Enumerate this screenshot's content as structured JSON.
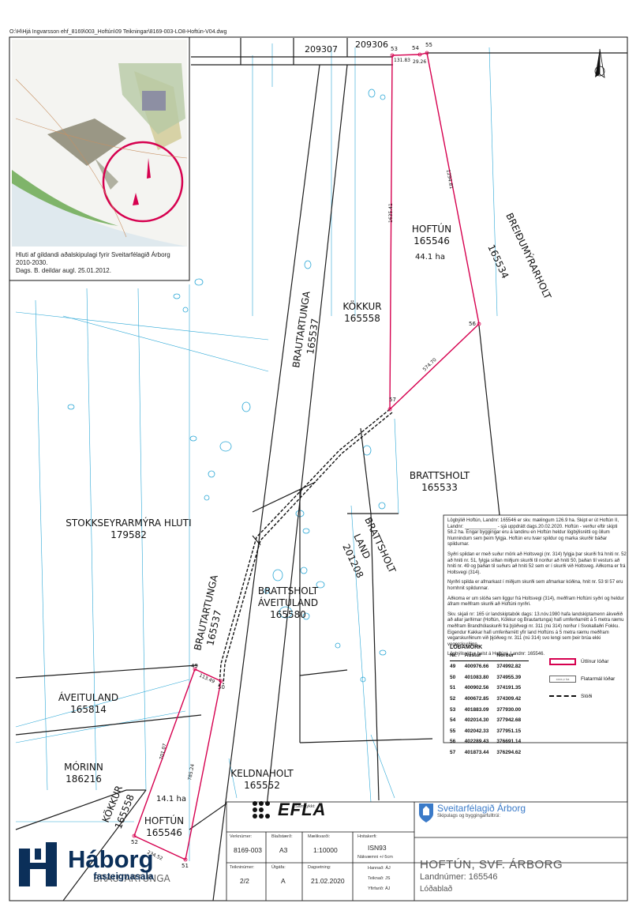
{
  "file_path": "O:\\H\\Hjá Ingvarsson ehf_8169\\003_Hoftún\\09 Teikningar\\8169-003-LO8-Hoftún-V04.dwg",
  "inset": {
    "caption_lines": [
      "Hluti af gildandi aðalskipulagi fyrir Sveitarfélagið Árborg",
      "2010-2030.",
      "Dags. B. deildar augl. 25.01.2012."
    ]
  },
  "parcels": {
    "p209307": "209307",
    "p209306": "209306",
    "hoftun_north_name": "HOFTÚN",
    "hoftun_north_id": "165546",
    "hoftun_north_area": "44.1 ha",
    "breidumyrarholt_name": "BREIÐUMÝRARHOLT",
    "breidumyrarholt_id": "165534",
    "kokkur_name": "KÖKKUR",
    "kokkur_id": "165558",
    "brautartunga_name": "BRAUTARTUNGA",
    "brautartunga_id": "165537",
    "brattsholt_name": "BRATTSHOLT",
    "brattsholt_id": "165533",
    "brattsholt_land_name": "BRATTSHOLT",
    "brattsholt_land_name2": "LAND",
    "brattsholt_land_id": "201208",
    "stokkseyrarmyra_name": "STOKKSEYRARMÝRA HLUTI",
    "stokkseyrarmyra_id": "179582",
    "brattsholt_aveituland_name": "BRATTSHOLT",
    "brattsholt_aveituland_name2": "ÁVEITULAND",
    "brattsholt_aveituland_id": "165580",
    "brautartunga2_name": "BRAUTARTUNGA",
    "brautartunga2_id": "165537",
    "aveituland_name": "ÁVEITULAND",
    "aveituland_id": "165814",
    "morinn_name": "MÓRINN",
    "morinn_id": "186216",
    "keldnaholt_name": "KELDNAHOLT",
    "keldnaholt_id": "165552",
    "kokkur2_name": "KÖKKUR",
    "kokkur2_id": "165558",
    "hoftun_south_area": "14.1 ha",
    "hoftun_south_name": "HOFTÚN",
    "hoftun_south_id": "165546",
    "brautartunga3_name": "BRAUTARTUNGA"
  },
  "points": {
    "p49": "49",
    "p50": "50",
    "p51": "51",
    "p52": "52",
    "p53": "53",
    "p54": "54",
    "p55": "55",
    "p56": "56",
    "p57": "57"
  },
  "dimensions": {
    "d53_54": "131.83",
    "d54_55": "29.26",
    "d55_56": "1294.81",
    "d53_57": "1635.41",
    "d57_56": "574.70",
    "d49_50": "113.49",
    "d49_52": "701.07",
    "d50_51": "785.24",
    "d52_51": "234.52"
  },
  "notes": [
    "Lögbýlið Hoftún, Landnr: 165546 er skv. mælingum 126.9 ha. Skipt er út Hoftún II, Landnr: ____________ - sjá uppdrátt dags.20.02.2020. Hoftún - verður eftir skipti 58.2 ha. Engar byggingar eru á landinu en Hoftún heldur lögbýlisrétti og öllum hlunnindum sem þeim fylgja. Hoftún eru tvær spildur og marka skurðir báðar spildurnar.",
    "Syðri spildan er með suður mörk að Holtsvegi (nr. 314) fylgja þar skurði frá hniti nr. 52 að hniti nr. 51, fylgja síðan miðjum skurði til norður að hniti 50, þaðan til vesturs að hniti nr. 49 og þaðan til suðurs að hniti 52 sem er í skurði við Holtsveg. Aðkoma er frá Holtsvegi (314).",
    "Nyrðri spilda er afmarkast í miðjum skurði sem afmarkar kóðina, hnit nr. 53 til 57 eru hornhnit spildunnar.",
    "Aðkoma er um slóða sem liggur frá Holtsvegi (314), meðfram Hoftúni syðri og heldur áfram meðfram skurði að Hoftúni nyrðri.",
    "Skv. skjali nr: 165 úr landskiptabók dags: 13.nóv.1980 hafa landskiptamenn ákveðið að allar jarðirnar (Hoftún, Kökkur og Brautartunga) hafi umferðarrétt á 5 metra ræmu meðfram Brandhólaskurði frá þjóðvegi nr. 311 (nú 314) norður í Svokallaðri Fokku. Eigendur Kakkar hafi umferðarrétt yfir land Hoftúns á 5 metra ræmu meðfram vegarskurðinum við þjóðveg nr. 311 (nú 314) svo lengi sem þeir brúa ekki vegarskurðinn.",
    "Lögbýlisréttur helst á Hoftúni, Landnr: 165546."
  ],
  "coordinates": {
    "title": "LÓÐAMÖRK",
    "headers": [
      "Nr.",
      "Austur",
      "Norður"
    ],
    "rows": [
      [
        "49",
        "400976.66",
        "374992.82"
      ],
      [
        "50",
        "401083.80",
        "374955.39"
      ],
      [
        "51",
        "400902.56",
        "374191.35"
      ],
      [
        "52",
        "400672.85",
        "374309.42"
      ],
      [
        "53",
        "401883.09",
        "377930.00"
      ],
      [
        "54",
        "402014.30",
        "377942.68"
      ],
      [
        "55",
        "402042.33",
        "377951.15"
      ],
      [
        "56",
        "402289.43",
        "376691.14"
      ],
      [
        "57",
        "401873.44",
        "376294.62"
      ]
    ]
  },
  "legend": {
    "boundary": "Útlínur lóðar",
    "area_swatch": "xxxx,x ha",
    "area": "Flatarmál lóðar",
    "road": "Slóði"
  },
  "title_block": {
    "stamp_label": "Sambykkt:",
    "efla": "EFLA",
    "municipality": "Sveitarfélagið Árborg",
    "municipality_sub": "Skipulags og byggingarfulltrúi:",
    "verknumer_label": "Verknúmer:",
    "verknumer": "8169-003",
    "bladstaerd_label": "Blaðstærð:",
    "bladstaerd": "A3",
    "maelikvardi_label": "Mælikvarði:",
    "maelikvardi": "1:10000",
    "hnitakerfi_label": "Hnitakerfi:",
    "hnitakerfi": "ISN93",
    "nakvaemni": "Nákvæmni +/-5cm",
    "teikninumer_label": "Teikninúmer:",
    "teikninumer": "2/2",
    "utgafa_label": "Útgáfa:",
    "utgafa": "A",
    "dagsetning_label": "Dagsetning:",
    "dagsetning": "21.02.2020",
    "hannad": "Hannað: ÁJ",
    "teiknad": "Teiknað: JS",
    "yfirfarid": "Yfirfarið: ÁJ",
    "project_title": "HOFTÚN, SVF. ÁRBORG",
    "project_land": "Landnúmer: 165546",
    "project_type": "Lóðablað"
  },
  "logo": {
    "name": "Háborg",
    "sub": "fasteignasala"
  },
  "colors": {
    "boundary": "#d6004f",
    "water": "#2aa7d6",
    "parcel_line": "#1c1c1c",
    "brand": "#0b2f59",
    "municipality": "#3a7ac8"
  }
}
